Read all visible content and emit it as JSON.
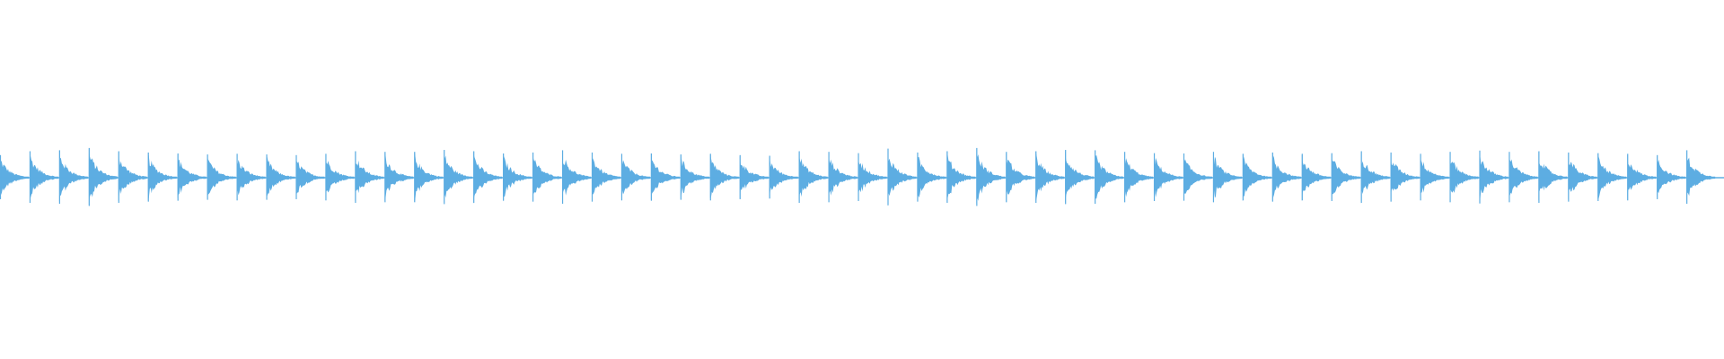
{
  "waveform": {
    "color": "#5dade2",
    "background": "#ffffff",
    "burst_count": 58,
    "shape": "repeating decaying transient bursts (percussive loop)",
    "relative_burst_peaks": [
      0.7,
      0.82,
      0.85,
      0.92,
      0.82,
      0.78,
      0.75,
      0.72,
      0.74,
      0.72,
      0.7,
      0.74,
      0.82,
      0.8,
      0.8,
      0.86,
      0.82,
      0.75,
      0.78,
      0.85,
      0.78,
      0.74,
      0.75,
      0.72,
      0.74,
      0.7,
      0.68,
      0.82,
      0.8,
      0.76,
      0.9,
      0.78,
      0.82,
      0.92,
      0.8,
      0.82,
      0.86,
      0.85,
      0.8,
      0.76,
      0.75,
      0.8,
      0.74,
      0.78,
      0.74,
      0.76,
      0.82,
      0.78,
      0.74,
      0.8,
      0.84,
      0.8,
      0.82,
      0.78,
      0.76,
      0.74,
      0.7,
      0.85
    ]
  }
}
